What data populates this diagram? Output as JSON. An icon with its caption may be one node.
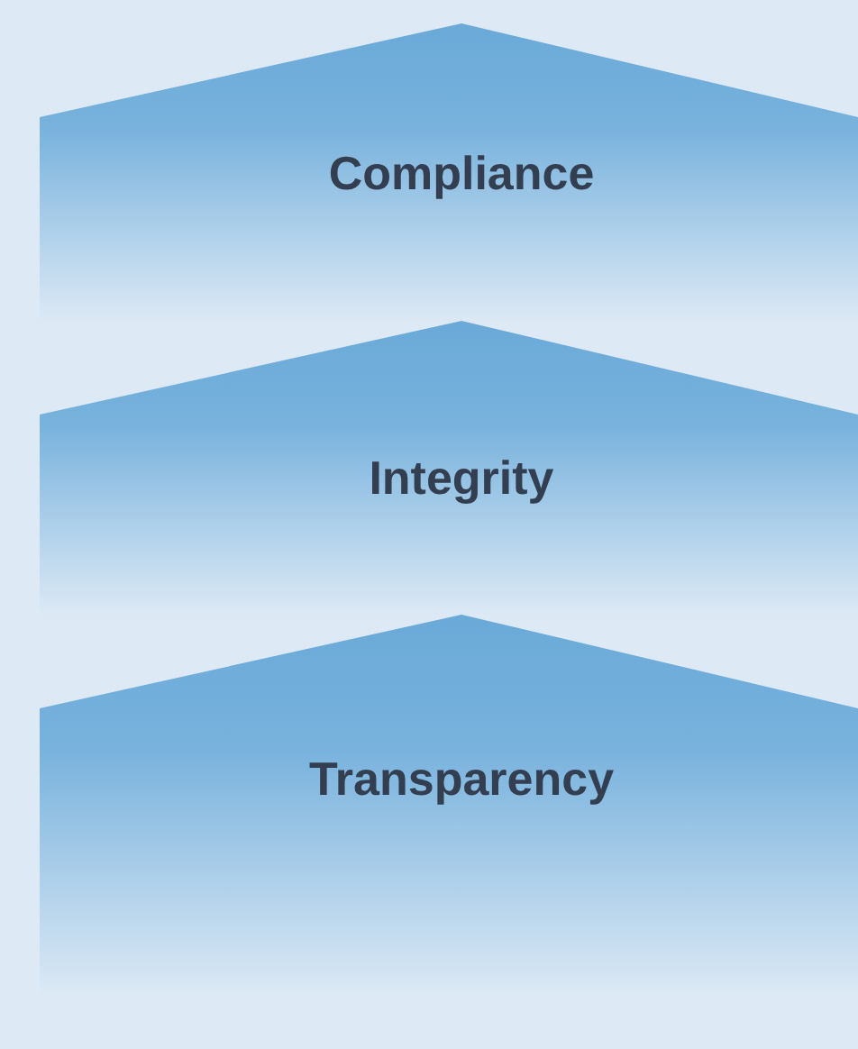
{
  "diagram": {
    "nodes": [
      {
        "text": [
          "Compliance"
        ]
      },
      {
        "text": [
          "Integrity"
        ]
      },
      {
        "text": [
          "Transparency"
        ]
      }
    ]
  }
}
